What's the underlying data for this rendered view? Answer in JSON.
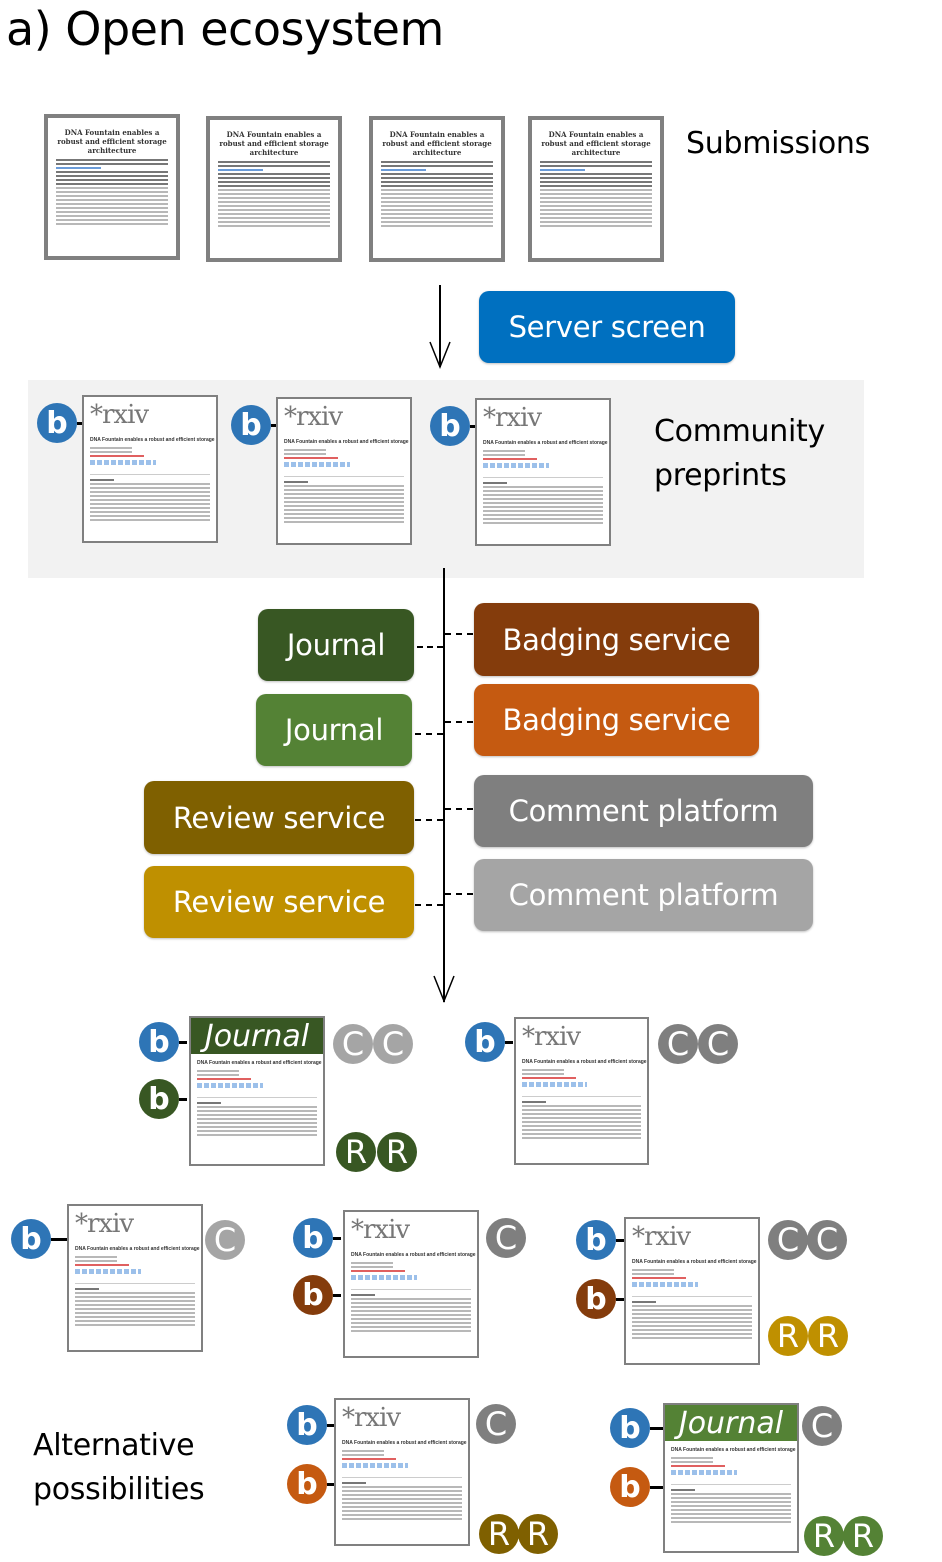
{
  "title": "a) Open ecosystem",
  "labels": {
    "submissions": "Submissions",
    "community_preprints_line1": "Community",
    "community_preprints_line2": "preprints",
    "alternative_line1": "Alternative",
    "alternative_line2": "possibilities"
  },
  "server_screen": {
    "label": "Server screen",
    "color": "#0070c0"
  },
  "services": {
    "left": [
      {
        "label": "Journal",
        "color": "#385723"
      },
      {
        "label": "Journal",
        "color": "#548235"
      },
      {
        "label": "Review service",
        "color": "#7f6000"
      },
      {
        "label": "Review service",
        "color": "#bf9000"
      }
    ],
    "right": [
      {
        "label": "Badging service",
        "color": "#843c0c"
      },
      {
        "label": "Badging service",
        "color": "#c55a11"
      },
      {
        "label": "Comment platform",
        "color": "#7f7f7f"
      },
      {
        "label": "Comment platform",
        "color": "#a5a5a5"
      }
    ]
  },
  "documents": {
    "submission_title": "DNA Fountain enables a robust and efficient storage architecture",
    "preprint_logo": "*rxiv",
    "preprint_heading": "DNA Fountain enables a robust and efficient storage architecture",
    "journal_logo": "Journal"
  },
  "badge_letters": {
    "bioRxiv": "b",
    "comment": "C",
    "review": "R"
  },
  "colors": {
    "biorxiv_blue": "#2e75b6",
    "journal_dark": "#385723",
    "journal_light": "#548235",
    "badge_dark": "#843c0c",
    "badge_light": "#c55a11",
    "comment_dark": "#7f7f7f",
    "comment_light": "#a5a5a5",
    "review_dark": "#7f6000",
    "review_light": "#bf9000"
  }
}
